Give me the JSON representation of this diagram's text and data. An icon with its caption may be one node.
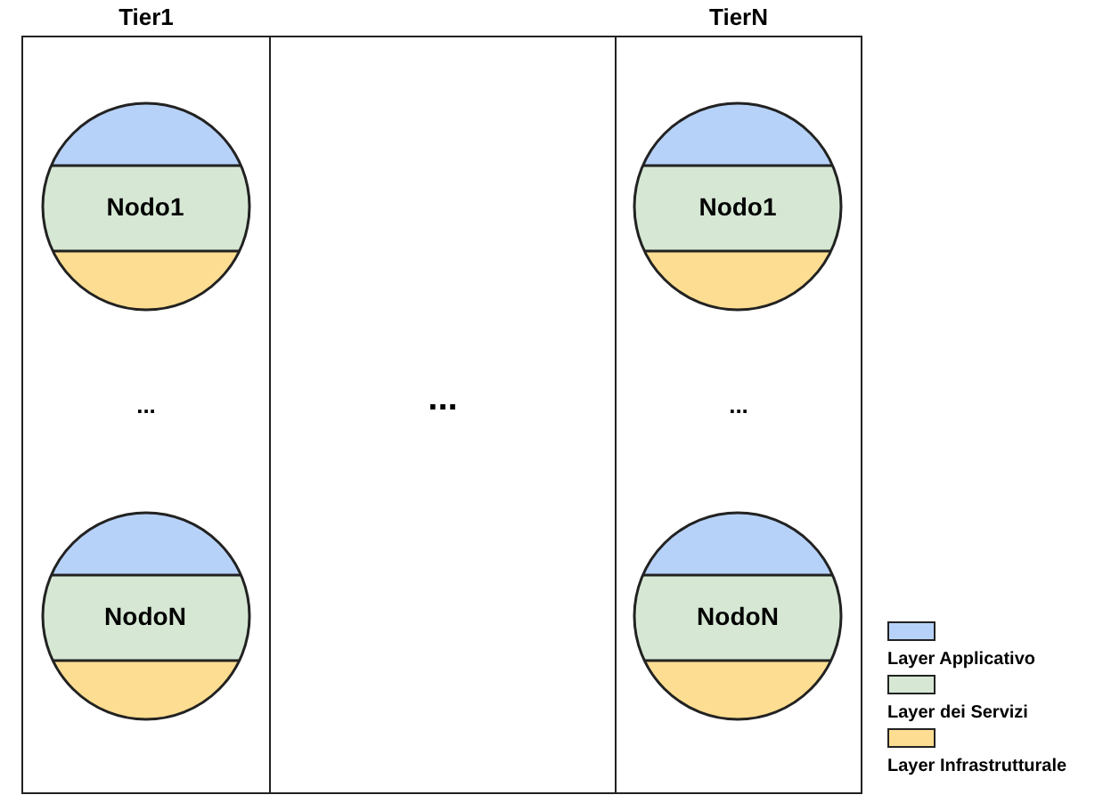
{
  "diagram": {
    "nodes": [
      {
        "text": [
          "Tier1",
          "..."
        ]
      },
      {
        "text": [
          "..."
        ]
      },
      {
        "text": [
          "TierN",
          "..."
        ]
      },
      {
        "text": [
          "Nodo1"
        ],
        "in": 0
      },
      {
        "text": [
          "NodoN"
        ],
        "in": 0
      },
      {
        "text": [
          "Nodo1"
        ],
        "in": 2
      },
      {
        "text": [
          "NodoN"
        ],
        "in": 2
      }
    ],
    "legend": [
      {
        "text": "Layer Applicativo",
        "color": "#b7d2f9"
      },
      {
        "text": "Layer dei Servizi",
        "color": "#d6e8d4"
      },
      {
        "text": "Layer Infrastrutturale",
        "color": "#fddd91"
      }
    ]
  }
}
